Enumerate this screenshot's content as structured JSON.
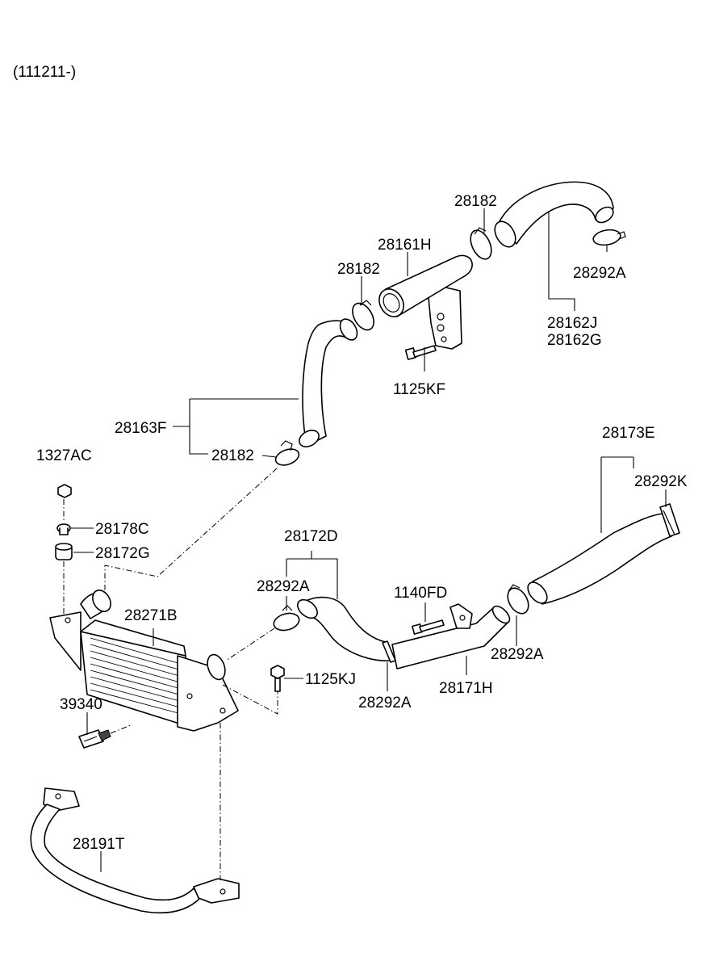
{
  "diagram": {
    "revision_code": "(111211-)",
    "parts": [
      {
        "key": "p28182a",
        "number": "28182"
      },
      {
        "key": "p28161h",
        "number": "28161H"
      },
      {
        "key": "p28182b",
        "number": "28182"
      },
      {
        "key": "p28292a_top",
        "number": "28292A"
      },
      {
        "key": "p28162j",
        "number": "28162J"
      },
      {
        "key": "p28162g",
        "number": "28162G"
      },
      {
        "key": "p1125kf",
        "number": "1125KF"
      },
      {
        "key": "p28163f",
        "number": "28163F"
      },
      {
        "key": "p28182c",
        "number": "28182"
      },
      {
        "key": "p1327ac",
        "number": "1327AC"
      },
      {
        "key": "p28178c",
        "number": "28178C"
      },
      {
        "key": "p28172g",
        "number": "28172G"
      },
      {
        "key": "p28173e",
        "number": "28173E"
      },
      {
        "key": "p28292k",
        "number": "28292K"
      },
      {
        "key": "p28172d",
        "number": "28172D"
      },
      {
        "key": "p28292a_mid",
        "number": "28292A"
      },
      {
        "key": "p1140fd",
        "number": "1140FD"
      },
      {
        "key": "p28271b",
        "number": "28271B"
      },
      {
        "key": "p28292a_right",
        "number": "28292A"
      },
      {
        "key": "p1125kj",
        "number": "1125KJ"
      },
      {
        "key": "p28171h",
        "number": "28171H"
      },
      {
        "key": "p39340",
        "number": "39340"
      },
      {
        "key": "p28292a_bottom",
        "number": "28292A"
      },
      {
        "key": "p28191t",
        "number": "28191T"
      }
    ]
  }
}
